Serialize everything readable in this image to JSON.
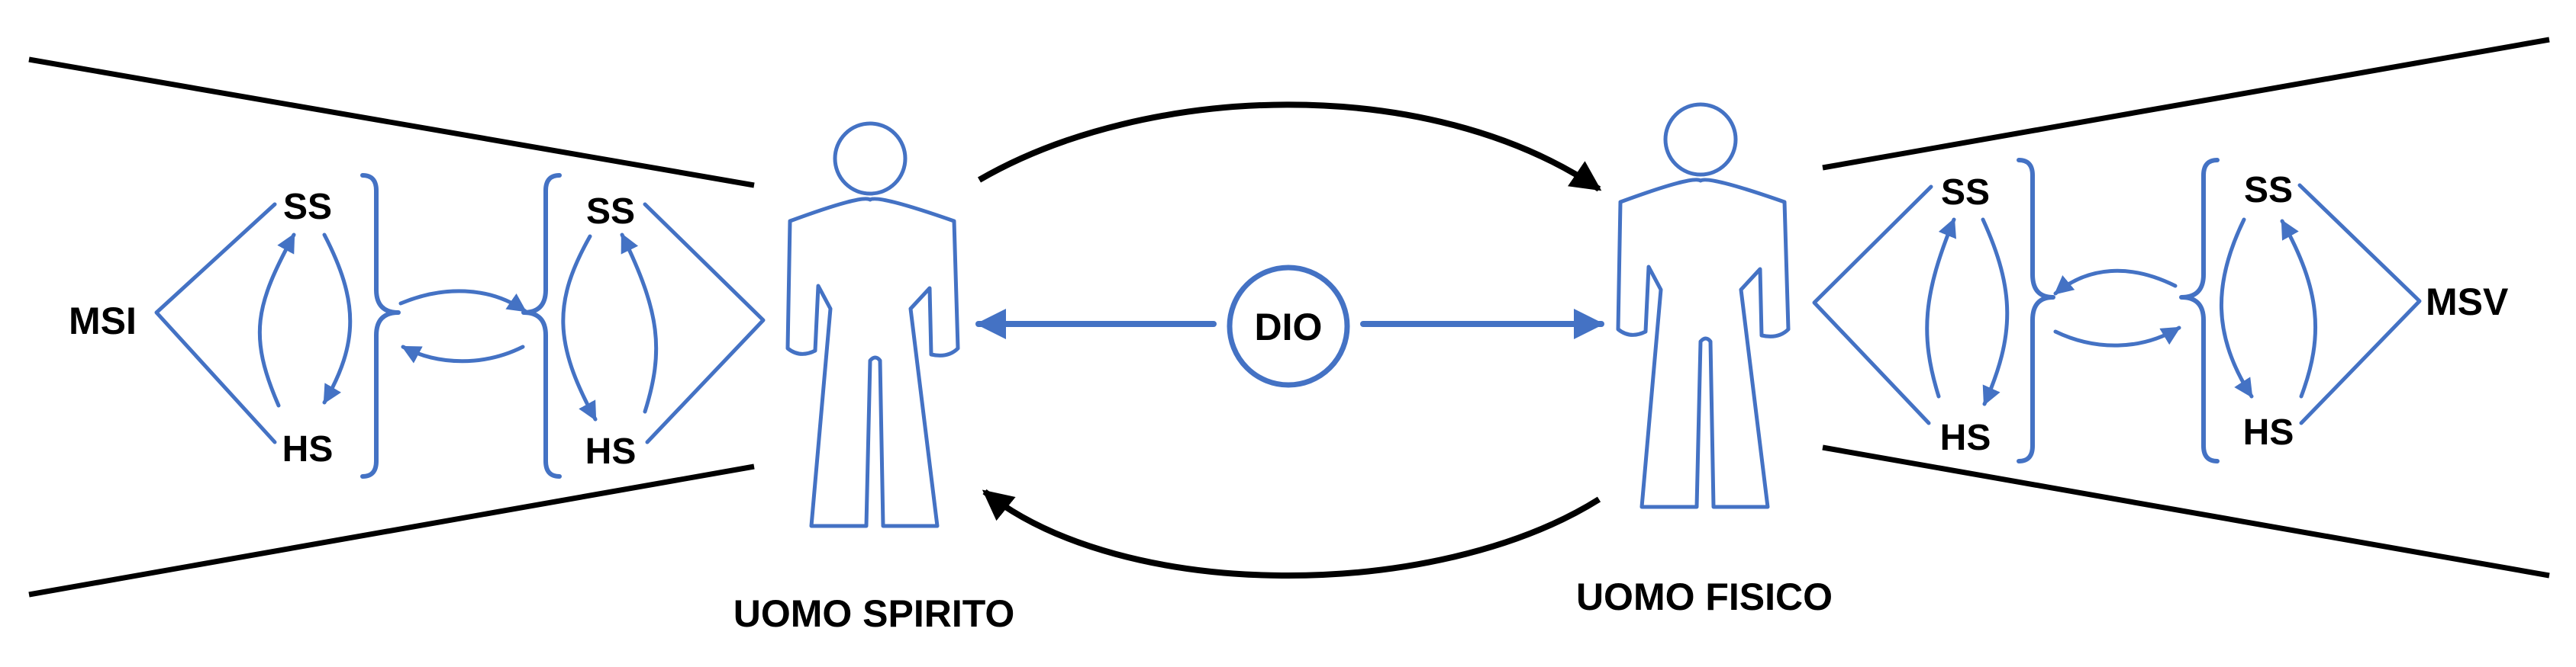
{
  "center": {
    "label": "DIO"
  },
  "left_person": {
    "label": "UOMO SPIRITO"
  },
  "right_person": {
    "label": "UOMO FISICO"
  },
  "left_group": {
    "outer_label": "MSI",
    "cycle_a": {
      "top": "SS",
      "bottom": "HS"
    },
    "cycle_b": {
      "top": "SS",
      "bottom": "HS"
    }
  },
  "right_group": {
    "outer_label": "MSV",
    "cycle_a": {
      "top": "SS",
      "bottom": "HS"
    },
    "cycle_b": {
      "top": "SS",
      "bottom": "HS"
    }
  },
  "colors": {
    "accent": "#4472c4",
    "line": "#000000",
    "background": "#ffffff"
  }
}
